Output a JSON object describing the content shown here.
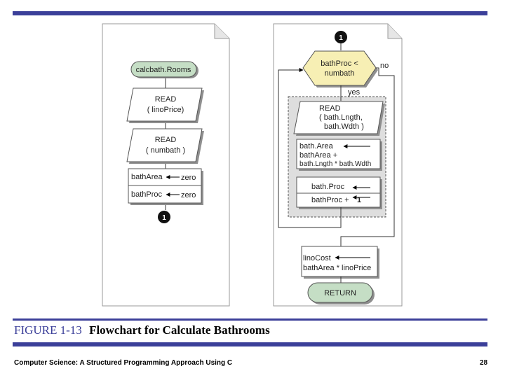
{
  "figure": {
    "number": "FIGURE 1-13",
    "title": "Flowchart for Calculate Bathrooms"
  },
  "footer": {
    "text": "Computer Science: A Structured Programming Approach Using C",
    "page": "28"
  },
  "left_chart": {
    "start": "calcbath.Rooms",
    "read1": {
      "line1": "READ",
      "line2": "( linoPrice)"
    },
    "read2": {
      "line1": "READ",
      "line2": "( numbath )"
    },
    "assign": {
      "row1": {
        "var": "bathArea",
        "value": "zero"
      },
      "row2": {
        "var": "bathProc",
        "value": "zero"
      }
    },
    "connector": "1"
  },
  "right_chart": {
    "connector": "1",
    "decision": {
      "line1": "bathProc <",
      "line2": "numbath"
    },
    "no_label": "no",
    "yes_label": "yes",
    "read": {
      "line1": "READ",
      "line2": "( bath.Lngth,",
      "line3": "bath.Wdth )"
    },
    "area_calc": {
      "line1": "bath.Area",
      "line2": "bathArea  +",
      "line3": "bath.Lngth * bath.Wdth"
    },
    "proc_calc": {
      "line1": "bath.Proc",
      "line2": "bathProc  +",
      "line3": "1"
    },
    "cost_calc": {
      "line1": "linoCost",
      "line2": "bathArea * linoPrice"
    },
    "end": "RETURN"
  },
  "colors": {
    "brand_bar": "#3b3f99",
    "terminal_fill": "#c5dec5",
    "decision_fill": "#f7efb4",
    "connector_fill": "#111111",
    "loop_fill": "#dedede"
  }
}
